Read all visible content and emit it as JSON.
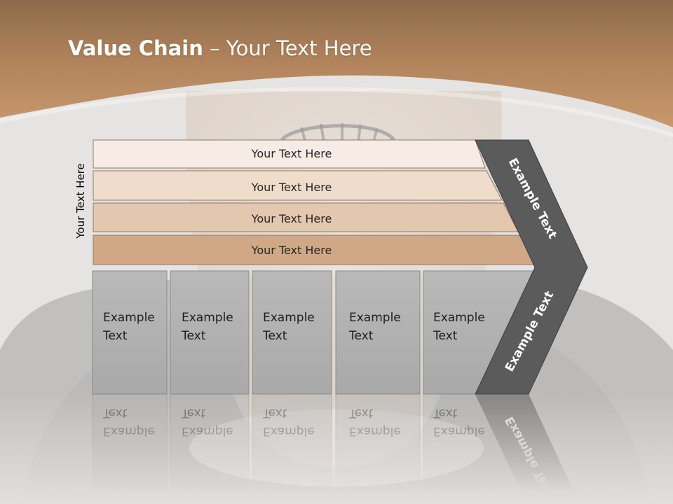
{
  "slide": {
    "title_bold": "Value Chain",
    "title_rest": " – Your Text Here",
    "side_label": "Your Text Here"
  },
  "rows": [
    {
      "label": "Your Text Here",
      "color": "#f6ece5"
    },
    {
      "label": "Your Text Here",
      "color": "#efdcca"
    },
    {
      "label": "Your Text Here",
      "color": "#e4c7af"
    },
    {
      "label": "Your Text Here",
      "color": "#d0a886"
    }
  ],
  "boxes": [
    {
      "line1": "Example",
      "line2": "Text"
    },
    {
      "line1": "Example",
      "line2": "Text"
    },
    {
      "line1": "Example",
      "line2": "Text"
    },
    {
      "line1": "Example",
      "line2": "Text"
    },
    {
      "line1": "Example",
      "line2": "Text"
    }
  ],
  "chevron": {
    "upper_label": "Example Text",
    "lower_label": "Example Text",
    "color": "#5b5b5b"
  },
  "colors": {
    "header_brown": "#c4946a",
    "box_gray": "#b1b1b1"
  }
}
